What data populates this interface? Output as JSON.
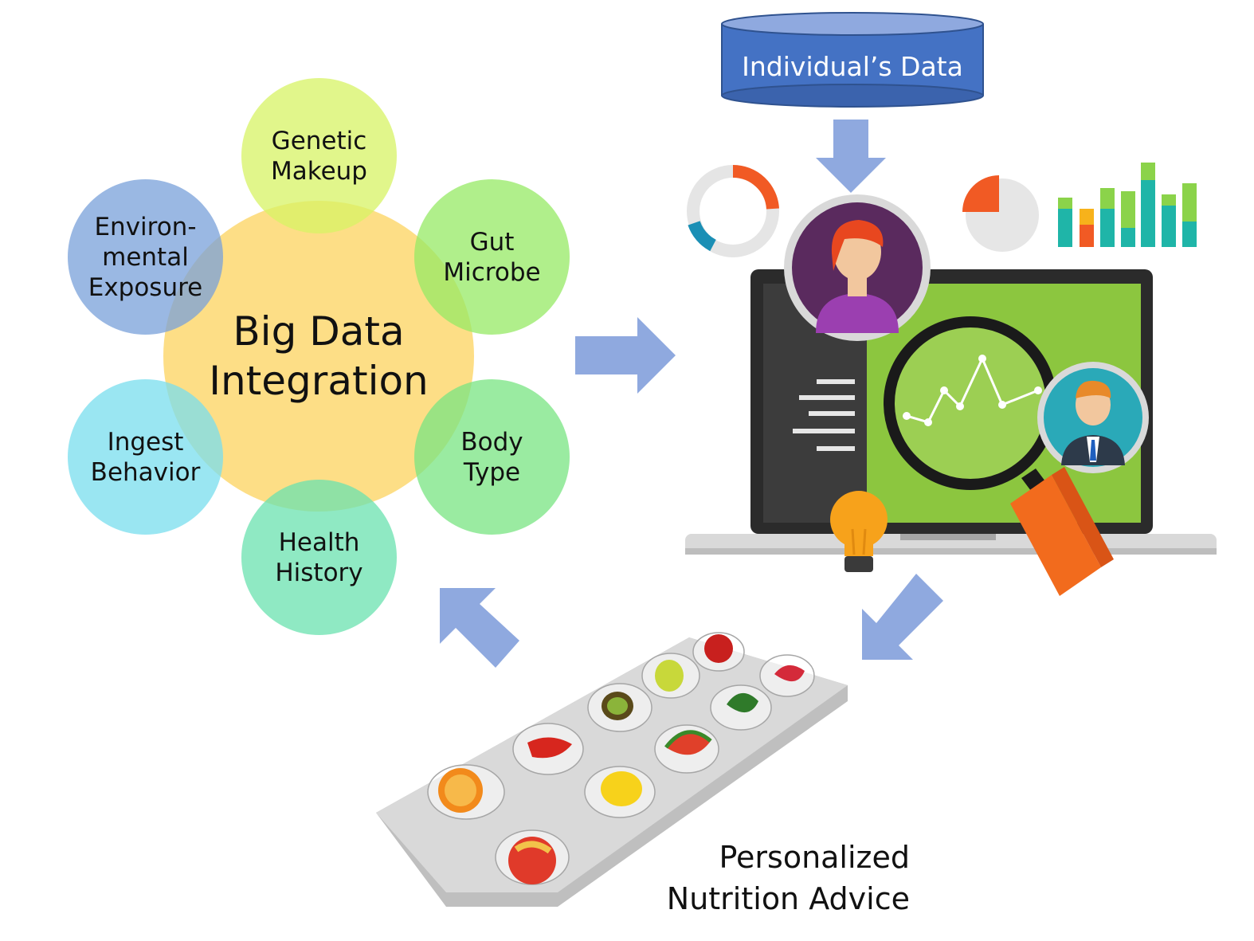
{
  "diagram": {
    "center": {
      "label": "Big Data\nIntegration"
    },
    "factors": [
      {
        "id": "genetic",
        "label": "Genetic\nMakeup"
      },
      {
        "id": "gut",
        "label": "Gut\nMicrobe"
      },
      {
        "id": "body",
        "label": "Body\nType"
      },
      {
        "id": "health",
        "label": "Health\nHistory"
      },
      {
        "id": "ingest",
        "label": "Ingest\nBehavior"
      },
      {
        "id": "environ",
        "label": "Environ-\nmental\nExposure"
      }
    ],
    "database": {
      "label": "Individual’s Data"
    },
    "output": {
      "label": "Personalized\nNutrition Advice"
    }
  },
  "colors": {
    "center": "#fcd35d",
    "genetic": "#d9f46a",
    "gut": "#9be96a",
    "body": "#7de68a",
    "health": "#6fe3b3",
    "ingest": "#7fdff0",
    "environ": "#7fa6dd",
    "arrow": "#8fa9df",
    "database": "#4472c4",
    "screen": "#8cc63f",
    "orange": "#f26b1d"
  },
  "icons": [
    "database-icon",
    "laptop-icon",
    "user-avatar-icon",
    "magnifier-icon",
    "lightbulb-icon",
    "donut-chart-icon",
    "pie-chart-icon",
    "bar-chart-icon",
    "fruit-blister-pack-icon"
  ]
}
